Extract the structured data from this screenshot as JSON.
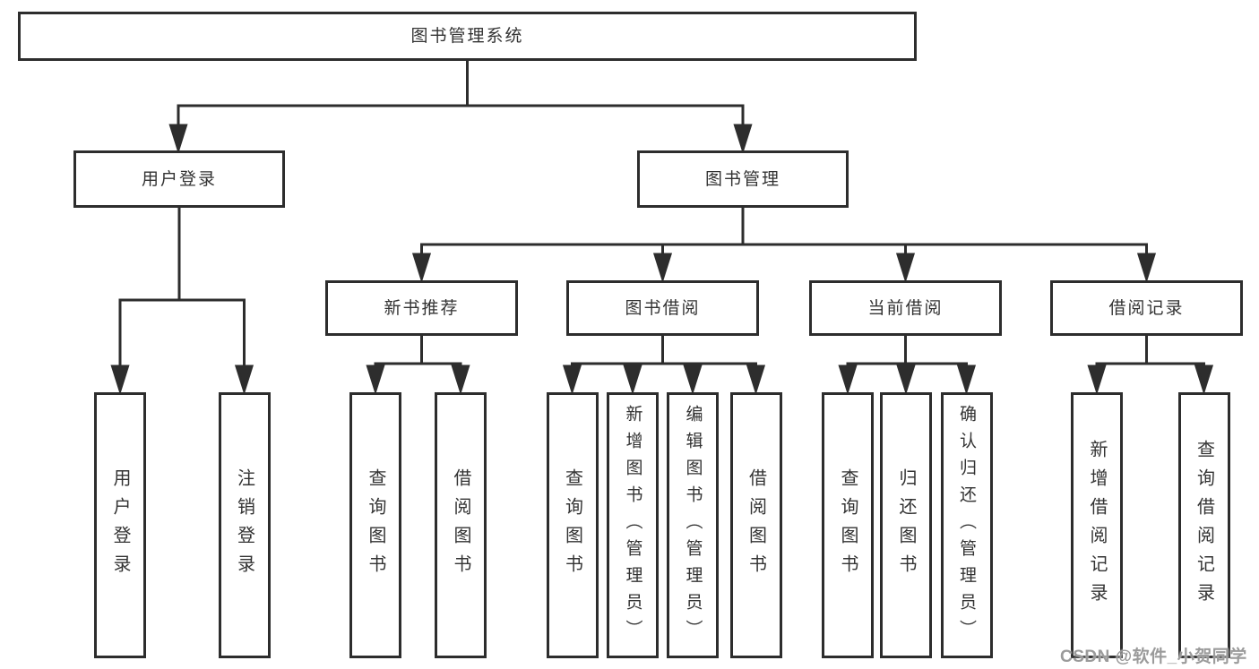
{
  "diagram_type": "hierarchy-chart",
  "nodes": {
    "root": "图书管理系统",
    "level2": [
      "用户登录",
      "图书管理"
    ],
    "level3": [
      "新书推荐",
      "图书借阅",
      "当前借阅",
      "借阅记录"
    ],
    "leaves": [
      "用户登录",
      "注销登录",
      "查询图书",
      "借阅图书",
      "查询图书",
      "新增图书（管理员）",
      "编辑图书（管理员）",
      "借阅图书",
      "查询图书",
      "归还图书",
      "确认归还（管理员）",
      "新增借阅记录",
      "查询借阅记录"
    ]
  },
  "edges": [
    {
      "from": "图书管理系统",
      "to": [
        "用户登录",
        "图书管理"
      ]
    },
    {
      "from": "用户登录",
      "to": [
        "用户登录",
        "注销登录"
      ]
    },
    {
      "from": "图书管理",
      "to": [
        "新书推荐",
        "图书借阅",
        "当前借阅",
        "借阅记录"
      ]
    },
    {
      "from": "新书推荐",
      "to": [
        "查询图书",
        "借阅图书"
      ]
    },
    {
      "from": "图书借阅",
      "to": [
        "查询图书",
        "新增图书（管理员）",
        "编辑图书（管理员）",
        "借阅图书"
      ]
    },
    {
      "from": "当前借阅",
      "to": [
        "查询图书",
        "归还图书",
        "确认归还（管理员）"
      ]
    },
    {
      "from": "借阅记录",
      "to": [
        "新增借阅记录",
        "查询借阅记录"
      ]
    }
  ],
  "watermark": {
    "text": "CSDN @软件_小贺同学"
  },
  "colors": {
    "line": "#2d2d2d",
    "text": "#333333",
    "background": "#ffffff",
    "watermark": "#9b9b9b"
  }
}
